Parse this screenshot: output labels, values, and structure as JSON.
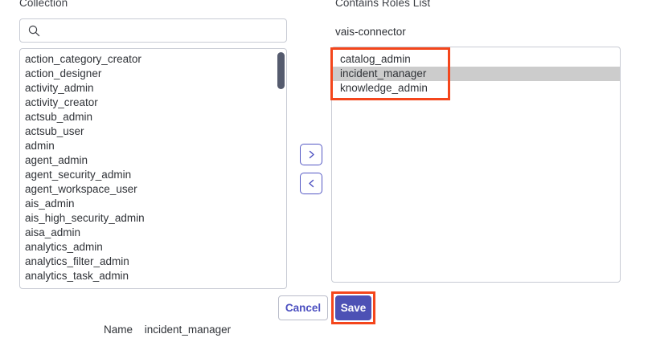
{
  "left_panel": {
    "heading": "Collection",
    "search": {
      "placeholder": "",
      "value": "",
      "icon": "search-icon"
    },
    "options": [
      "action_category_creator",
      "action_designer",
      "activity_admin",
      "activity_creator",
      "actsub_admin",
      "actsub_user",
      "admin",
      "agent_admin",
      "agent_security_admin",
      "agent_workspace_user",
      "ais_admin",
      "ais_high_security_admin",
      "aisa_admin",
      "analytics_admin",
      "analytics_filter_admin",
      "analytics_task_admin"
    ],
    "scrollbar": {
      "thumb_color": "#555b6e"
    }
  },
  "transfer": {
    "move_right_icon": "chevron-right-icon",
    "move_left_icon": "chevron-left-icon"
  },
  "right_panel": {
    "heading": "Contains Roles List",
    "selected_name": "vais-connector",
    "options": [
      {
        "label": "catalog_admin",
        "selected": false
      },
      {
        "label": "incident_manager",
        "selected": true
      },
      {
        "label": "knowledge_admin",
        "selected": false
      }
    ],
    "selected_highlight_color": "#cccccc"
  },
  "footer": {
    "cancel_label": "Cancel",
    "save_label": "Save",
    "save_color": "#4d51b5",
    "cancel_text_color": "#4b4fc0"
  },
  "name_row": {
    "label": "Name",
    "value": "incident_manager"
  },
  "annotations": {
    "color": "#f4461c",
    "roles_box": "highlight-roles-list",
    "save_box": "highlight-save-button"
  }
}
